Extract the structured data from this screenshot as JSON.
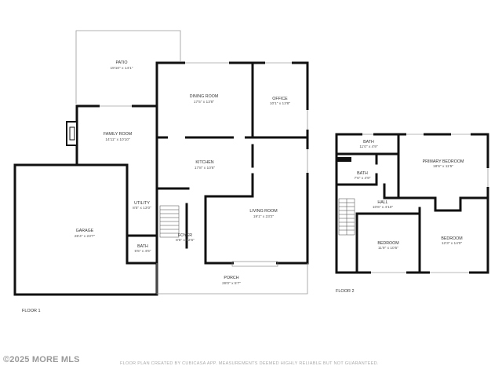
{
  "floor1": {
    "label": "FLOOR 1",
    "rooms": {
      "patio": {
        "name": "PATIO",
        "dim": "19'10\" x 14'1\""
      },
      "dining": {
        "name": "DINING ROOM",
        "dim": "17'5\" x 13'8\""
      },
      "office": {
        "name": "OFFICE",
        "dim": "10'1\" x 13'8\""
      },
      "family": {
        "name": "FAMILY ROOM",
        "dim": "14'11\" x 10'10\""
      },
      "kitchen": {
        "name": "KITCHEN",
        "dim": "17'8\" x 10'8\""
      },
      "utility": {
        "name": "UTILITY",
        "dim": "8'5\" x 13'0\""
      },
      "garage": {
        "name": "GARAGE",
        "dim": "26'4\" x 23'7\""
      },
      "living": {
        "name": "LIVING ROOM",
        "dim": "19'1\" x 23'2\""
      },
      "foyer": {
        "name": "FOYER",
        "dim": "8'5\" x 12'6\""
      },
      "bath": {
        "name": "BATH",
        "dim": "5'5\" x 4'6\""
      },
      "porch": {
        "name": "PORCH",
        "dim": "28'0\" x 5'7\""
      }
    }
  },
  "floor2": {
    "label": "FLOOR 2",
    "rooms": {
      "bath_top": {
        "name": "BATH",
        "dim": "11'0\" x 4'9\""
      },
      "primary": {
        "name": "PRIMARY BEDROOM",
        "dim": "18'6\" x 11'5\""
      },
      "bath_left": {
        "name": "BATH",
        "dim": "7'6\" x 4'9\""
      },
      "hall": {
        "name": "HALL",
        "dim": "10'6\" x 4'10\""
      },
      "bedroom_left": {
        "name": "BEDROOM",
        "dim": "11'9\" x 10'5\""
      },
      "bedroom_right": {
        "name": "BEDROOM",
        "dim": "12'3\" x 14'0\""
      }
    }
  },
  "footer": {
    "copyright": "©2025 MORE MLS",
    "disclaimer": "FLOOR PLAN CREATED BY CUBICASA APP. MEASUREMENTS DEEMED HIGHLY RELIABLE BUT NOT GUARANTEED."
  }
}
